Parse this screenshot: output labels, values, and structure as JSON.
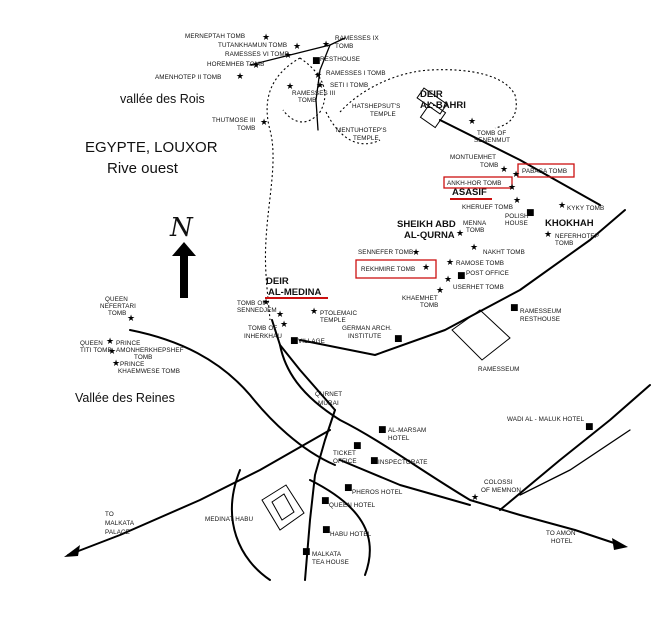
{
  "title_lines": [
    "EGYPTE, LOUXOR",
    "Rive ouest"
  ],
  "north_symbol": "N",
  "regions": {
    "kings": "vallée des Rois",
    "queens": "Vallée des Reines"
  },
  "areas": {
    "deir_al_bahri": [
      "DEIR",
      "AL-BAHRI"
    ],
    "sheikh": [
      "SHEIKH ABD",
      "AL-QURNA"
    ],
    "khokhah": "KHOKHAH",
    "asasif": "ASASIF",
    "deir_al_medina": [
      "DEIR",
      "AL-MEDINA"
    ],
    "qurnet": [
      "QURNET",
      "MURAI"
    ]
  },
  "tombs_kings_valley": {
    "merneptah": "MERNEPTAH TOMB",
    "ramesses_ix": [
      "RAMESSES IX",
      "TOMB"
    ],
    "tutankhamun": "TUTANKHAMUN TOMB",
    "ramesses_vi": "RAMESSES VI TOMB",
    "horemheb": "HOREMHEB TOMB",
    "resthouse": "RESTHOUSE",
    "amenhotep_ii": "AMENHOTEP II TOMB",
    "ramesses_i": "RAMESSES I TOMB",
    "seti_i": "SETI I TOMB",
    "ramesses_iii": [
      "RAMESSES III",
      "TOMB"
    ],
    "thutmose_iii": [
      "THUTMOSE III",
      "TOMB"
    ]
  },
  "temples": {
    "hatshepsut": [
      "HATSHEPSUT'S",
      "TEMPLE"
    ],
    "mentuhotep": [
      "MENTUHOTEP'S",
      "TEMPLE"
    ],
    "ptolemaic": [
      "PTOLEMAIC",
      "TEMPLE"
    ],
    "ramesseum": "RAMESSEUM"
  },
  "nobles": {
    "senenmut": [
      "TOMB OF",
      "SENENMUT"
    ],
    "montuemhet": [
      "MONTUEMHET",
      "TOMB"
    ],
    "pabasa": "PABASA TOMB",
    "ankh_hor": "ANKH-HOR TOMB",
    "kheruef": "KHERUEF TOMB",
    "polish_house": [
      "POLISH",
      "HOUSE"
    ],
    "kyky": "KYKY TOMB",
    "menna": [
      "MENNA",
      "TOMB"
    ],
    "neferhotep": [
      "NEFERHOTEP",
      "TOMB"
    ],
    "nakht": "NAKHT TOMB",
    "sennefer": "SENNEFER TOMB",
    "rekhmire": "REKHMIRE TOMB",
    "ramose": "RAMOSE TOMB",
    "post_office": "POST OFFICE",
    "userhet": "USERHET TOMB",
    "khaemhet": [
      "KHAEMHET",
      "TOMB"
    ],
    "ramesseum_resthouse": [
      "RAMESSEUM",
      "RESTHOUSE"
    ]
  },
  "medina": {
    "sennedjem": [
      "TOMB OF",
      "SENNEDJEM"
    ],
    "inherkhau": [
      "TOMB OF",
      "INHERKHAU"
    ],
    "german": [
      "GERMAN ARCH.",
      "INSTITUTE"
    ],
    "village": "VILLAGE"
  },
  "queens_valley": {
    "nefertari": [
      "QUEEN",
      "NEFERTARI",
      "TOMB"
    ],
    "titi": [
      "QUEEN",
      "TITI TOMB"
    ],
    "amonherkhepshef": [
      "PRINCE",
      "AMONHERKHEPSHEF",
      "TOMB"
    ],
    "khaemwese": [
      "PRINCE",
      "KHAEMWESE TOMB"
    ]
  },
  "town": {
    "al_marsam": [
      "AL-MARSAM",
      "HOTEL"
    ],
    "ticket": [
      "TICKET",
      "OFFICE"
    ],
    "inspectorate": "INSPECTORATE",
    "pheros": "PHEROS HOTEL",
    "queen_hotel": "QUEEN HOTEL",
    "habu_hotel": "HABU HOTEL",
    "malkata_tea": [
      "MALKATA",
      "TEA HOUSE"
    ],
    "medinat_habu": "MEDINAT HABU",
    "colossi": [
      "COLOSSI",
      "OF MEMNON"
    ],
    "wadi": "WADI AL - MALUK HOTEL",
    "to_amon": [
      "TO AMON",
      "HOTEL"
    ],
    "to_malkata": [
      "TO",
      "MALKATA",
      "PALACE"
    ]
  },
  "highlight_color": "#cc1111",
  "symbols": {
    "star": "★",
    "building": "■"
  }
}
